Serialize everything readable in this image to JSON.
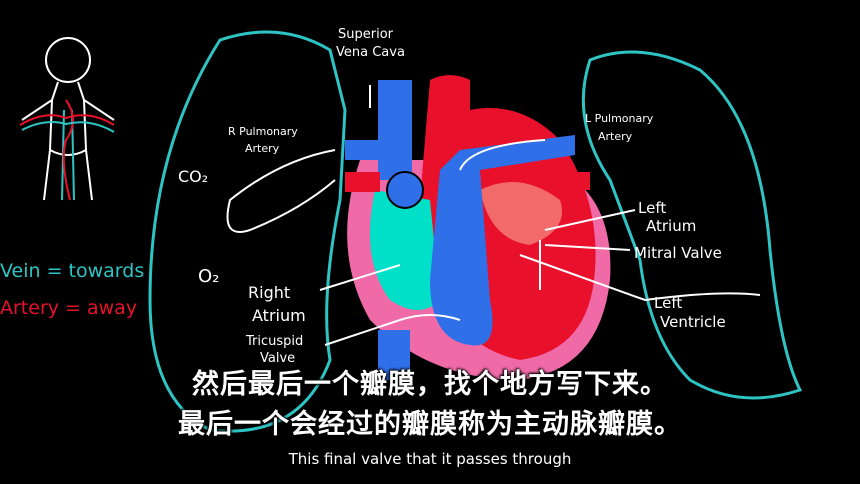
{
  "labels": {
    "superior_vena_cava": [
      "Superior",
      "Vena Cava"
    ],
    "r_pulmonary_artery": [
      "R Pulmonary",
      "Artery"
    ],
    "l_pulmonary_artery": [
      "L Pulmonary",
      "Artery"
    ],
    "co2": "CO₂",
    "o2": "O₂",
    "left_atrium": [
      "Left",
      "Atrium"
    ],
    "mitral_valve": "Mitral Valve",
    "left_ventricle": [
      "Left",
      "Ventricle"
    ],
    "right_atrium": [
      "Right",
      "Atrium"
    ],
    "tricuspid_valve": [
      "Tricuspid",
      "Valve"
    ],
    "vein_rule": "Vein = towards",
    "artery_rule": "Artery = away"
  },
  "colors": {
    "lung": "#2ec4c4",
    "deoxygenated": "#2f6fe8",
    "oxygenated": "#e8102a",
    "right_atrium": "#00e0c8",
    "pericardium": "#f06aa8",
    "left_atrium_light": "#f26a6a"
  },
  "subtitles": {
    "zh_line1": "然后最后一个瓣膜，找个地方写下来。",
    "zh_line2": "最后一个会经过的瓣膜称为主动脉瓣膜。",
    "en_line": "This final valve that it passes through"
  }
}
